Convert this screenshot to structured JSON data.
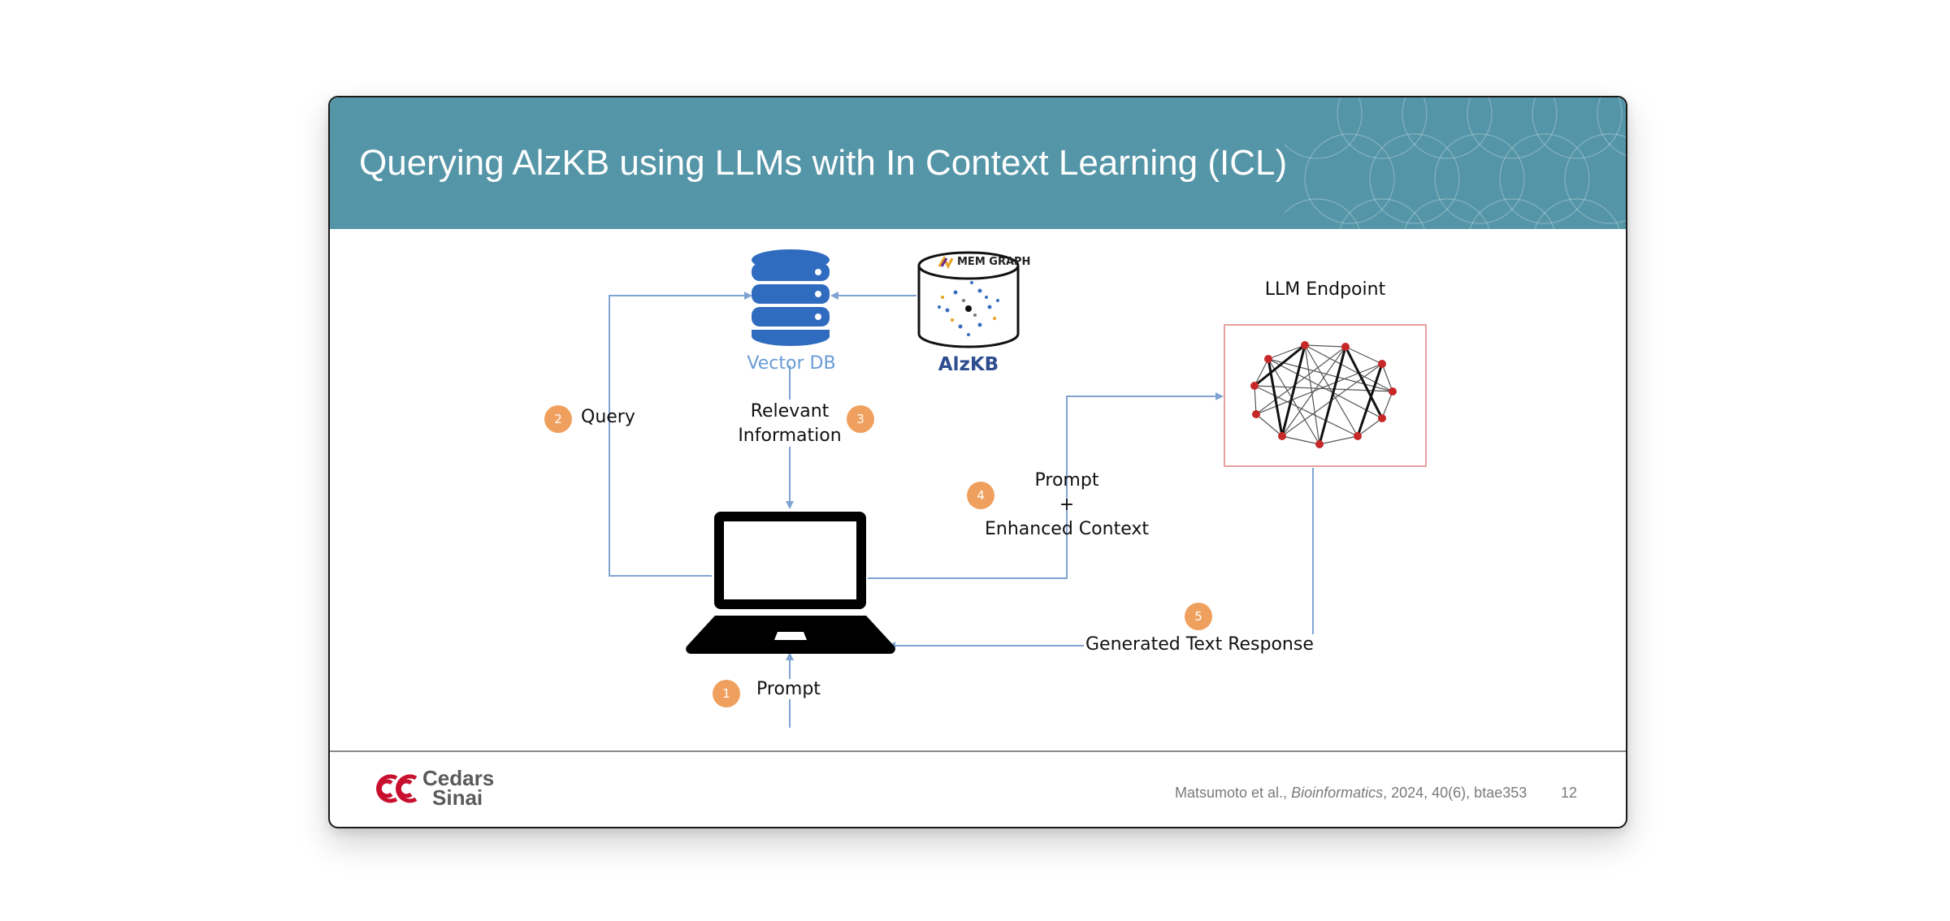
{
  "slide": {
    "title": "Querying AlzKB using LLMs with In Context Learning (ICL)",
    "page_number": "12"
  },
  "diagram": {
    "vector_db_label": "Vector DB",
    "kb_label": "AlzKB",
    "memgraph_logo_text": "MEM GRAPH",
    "llm_endpoint_label": "LLM Endpoint",
    "query_label": "Query",
    "relevant_info_line1": "Relevant",
    "relevant_info_line2": "Information",
    "prompt_enhanced_line1": "Prompt",
    "prompt_enhanced_line2": "+",
    "prompt_enhanced_line3": "Enhanced Context",
    "generated_response_label": "Generated Text Response",
    "prompt_label": "Prompt",
    "steps": [
      "1",
      "2",
      "3",
      "4",
      "5"
    ]
  },
  "footer": {
    "logo_text_line1": "Cedars",
    "logo_text_line2": "Sinai",
    "citation_authors": "Matsumoto et al., ",
    "citation_journal": "Bioinformatics",
    "citation_details": ", 2024, 40(6), btae353"
  },
  "colors": {
    "header_bg": "#5495a7",
    "arrow": "#7fa4d3",
    "db_blue": "#2f6bbf",
    "badge": "#f0a05e",
    "alzkb_text": "#2e4d8f",
    "logo_red": "#c8102e"
  }
}
